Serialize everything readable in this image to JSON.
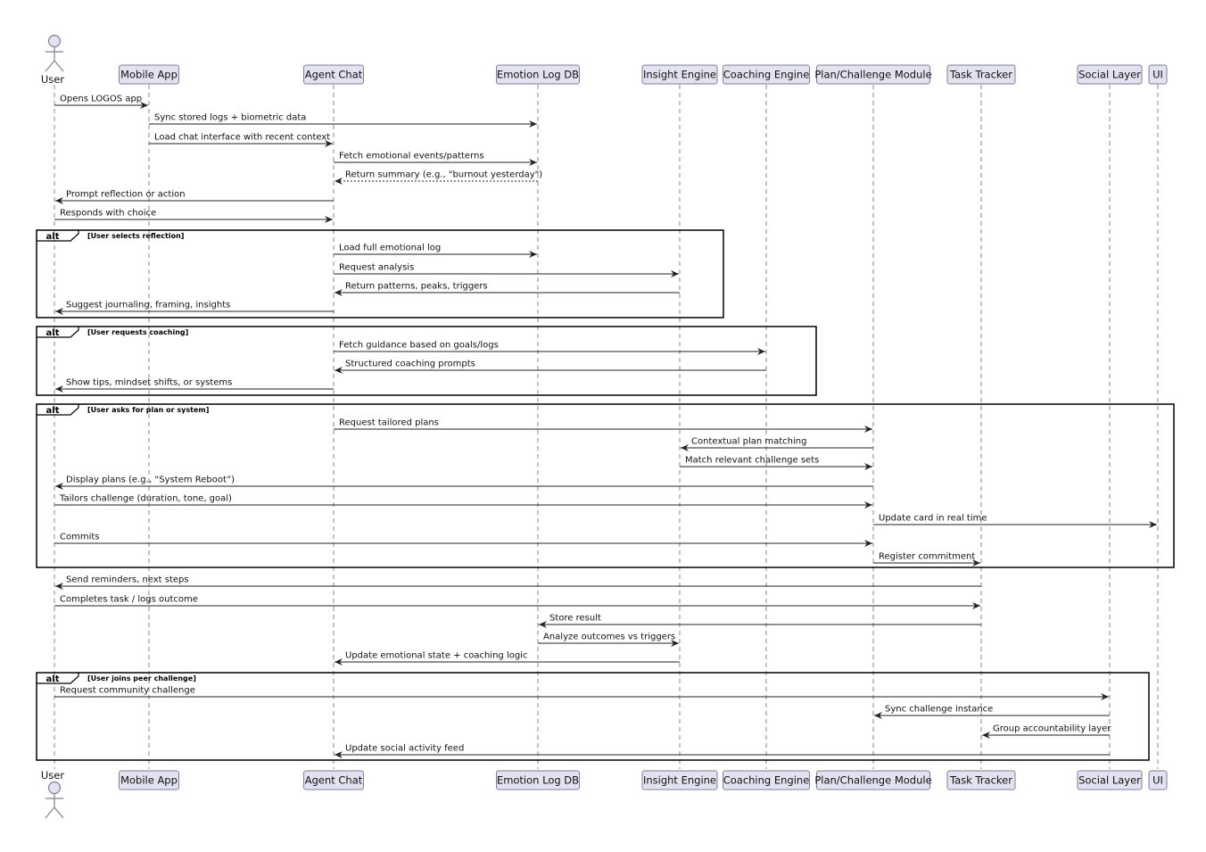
{
  "colors": {
    "participant_fill": "#E2E2F0",
    "participant_stroke": "#7F7F9A",
    "lifeline": "#8A8A8A",
    "arrow": "#222222",
    "fragment_stroke": "#000000"
  },
  "participants": [
    {
      "id": "user",
      "label": "User",
      "kind": "actor"
    },
    {
      "id": "mobile",
      "label": "Mobile App",
      "kind": "box"
    },
    {
      "id": "agent",
      "label": "Agent Chat",
      "kind": "box"
    },
    {
      "id": "emotion",
      "label": "Emotion Log DB",
      "kind": "box"
    },
    {
      "id": "insight",
      "label": "Insight Engine",
      "kind": "box"
    },
    {
      "id": "coaching",
      "label": "Coaching Engine",
      "kind": "box"
    },
    {
      "id": "plan",
      "label": "Plan/Challenge Module",
      "kind": "box"
    },
    {
      "id": "task",
      "label": "Task Tracker",
      "kind": "box"
    },
    {
      "id": "social",
      "label": "Social Layer",
      "kind": "box"
    },
    {
      "id": "ui",
      "label": "UI",
      "kind": "box"
    }
  ],
  "messages": [
    {
      "from": "user",
      "to": "mobile",
      "label": "Opens LOGOS app",
      "style": "solid"
    },
    {
      "from": "mobile",
      "to": "emotion",
      "label": "Sync stored logs + biometric data",
      "style": "solid"
    },
    {
      "from": "mobile",
      "to": "agent",
      "label": "Load chat interface with recent context",
      "style": "solid"
    },
    {
      "from": "agent",
      "to": "emotion",
      "label": "Fetch emotional events/patterns",
      "style": "solid"
    },
    {
      "from": "emotion",
      "to": "agent",
      "label": "Return summary (e.g., \"burnout yesterday\")",
      "style": "dashed"
    },
    {
      "from": "agent",
      "to": "user",
      "label": "Prompt reflection or action",
      "style": "solid"
    },
    {
      "from": "user",
      "to": "agent",
      "label": "Responds with choice",
      "style": "solid"
    },
    {
      "from": "agent",
      "to": "emotion",
      "label": "Load full emotional log",
      "style": "solid"
    },
    {
      "from": "agent",
      "to": "insight",
      "label": "Request analysis",
      "style": "solid"
    },
    {
      "from": "insight",
      "to": "agent",
      "label": "Return patterns, peaks, triggers",
      "style": "solid"
    },
    {
      "from": "agent",
      "to": "user",
      "label": "Suggest journaling, framing, insights",
      "style": "solid"
    },
    {
      "from": "agent",
      "to": "coaching",
      "label": "Fetch guidance based on goals/logs",
      "style": "solid"
    },
    {
      "from": "coaching",
      "to": "agent",
      "label": "Structured coaching prompts",
      "style": "solid"
    },
    {
      "from": "agent",
      "to": "user",
      "label": "Show tips, mindset shifts, or systems",
      "style": "solid"
    },
    {
      "from": "agent",
      "to": "plan",
      "label": "Request tailored plans",
      "style": "solid"
    },
    {
      "from": "plan",
      "to": "insight",
      "label": "Contextual plan matching",
      "style": "solid"
    },
    {
      "from": "insight",
      "to": "plan",
      "label": "Match relevant challenge sets",
      "style": "solid"
    },
    {
      "from": "plan",
      "to": "user",
      "label": "Display plans (e.g., “System Reboot”)",
      "style": "solid"
    },
    {
      "from": "user",
      "to": "plan",
      "label": "Tailors challenge (duration, tone, goal)",
      "style": "solid"
    },
    {
      "from": "plan",
      "to": "ui",
      "label": "Update card in real time",
      "style": "solid"
    },
    {
      "from": "user",
      "to": "plan",
      "label": "Commits",
      "style": "solid"
    },
    {
      "from": "plan",
      "to": "task",
      "label": "Register commitment",
      "style": "solid"
    },
    {
      "from": "task",
      "to": "user",
      "label": "Send reminders, next steps",
      "style": "solid"
    },
    {
      "from": "user",
      "to": "task",
      "label": "Completes task / logs outcome",
      "style": "solid"
    },
    {
      "from": "task",
      "to": "emotion",
      "label": "Store result",
      "style": "solid"
    },
    {
      "from": "emotion",
      "to": "insight",
      "label": "Analyze outcomes vs triggers",
      "style": "solid"
    },
    {
      "from": "insight",
      "to": "agent",
      "label": "Update emotional state + coaching logic",
      "style": "solid"
    },
    {
      "from": "user",
      "to": "social",
      "label": "Request community challenge",
      "style": "solid"
    },
    {
      "from": "social",
      "to": "plan",
      "label": "Sync challenge instance",
      "style": "solid"
    },
    {
      "from": "social",
      "to": "task",
      "label": "Group accountability layer",
      "style": "solid"
    },
    {
      "from": "social",
      "to": "agent",
      "label": "Update social activity feed",
      "style": "solid"
    }
  ],
  "fragments": [
    {
      "keyword": "alt",
      "condition": "[User selects reflection]",
      "first": 7,
      "last": 10,
      "right_of": "insight"
    },
    {
      "keyword": "alt",
      "condition": "[User requests coaching]",
      "first": 11,
      "last": 13,
      "right_of": "coaching"
    },
    {
      "keyword": "alt",
      "condition": "[User asks for plan or system]",
      "first": 14,
      "last": 21,
      "right_of": "ui"
    },
    {
      "keyword": "alt",
      "condition": "[User joins peer challenge]",
      "first": 27,
      "last": 30,
      "right_of": "social"
    }
  ]
}
